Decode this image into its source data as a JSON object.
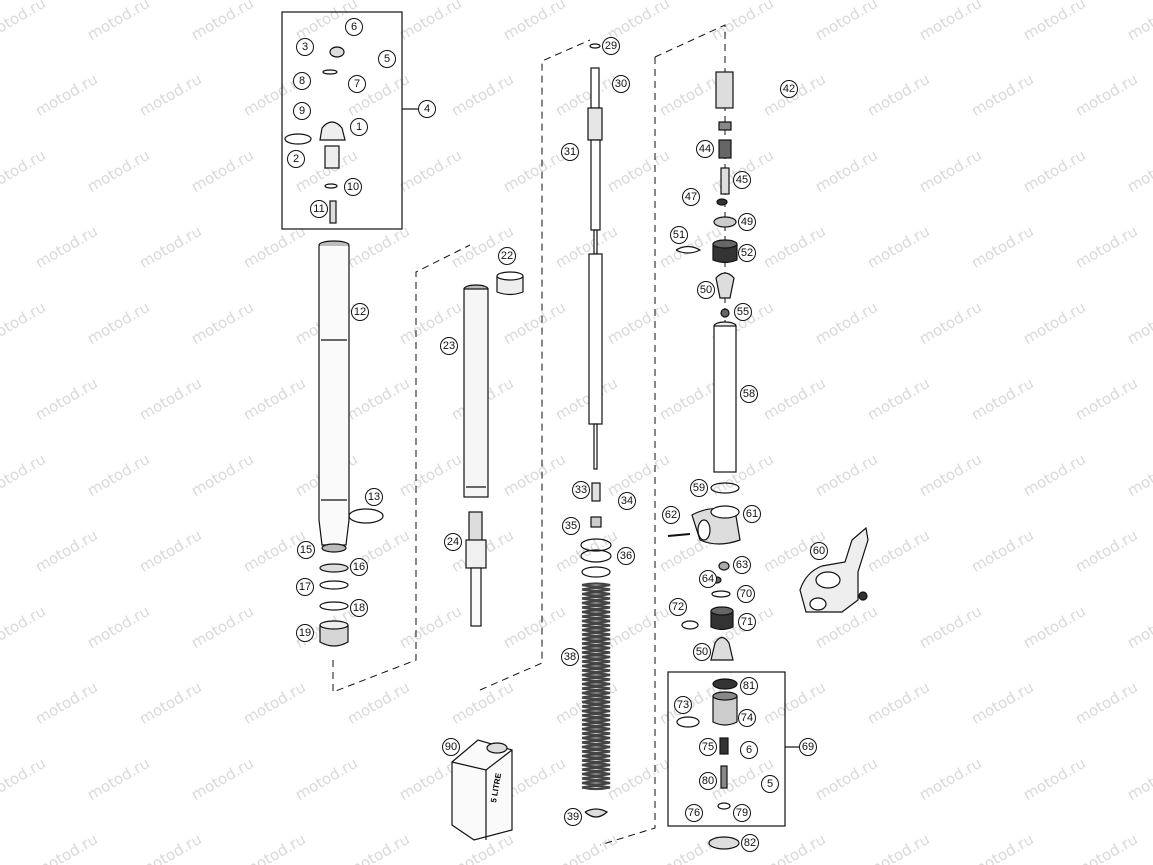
{
  "watermark": "motod.ru",
  "can_label": "5 LITRE",
  "callouts": [
    "1",
    "2",
    "3",
    "4",
    "5",
    "6",
    "7",
    "8",
    "9",
    "10",
    "11",
    "12",
    "13",
    "15",
    "16",
    "17",
    "18",
    "19",
    "22",
    "23",
    "24",
    "29",
    "30",
    "31",
    "33",
    "34",
    "35",
    "36",
    "38",
    "39",
    "42",
    "44",
    "45",
    "47",
    "49",
    "50",
    "51",
    "52",
    "55",
    "58",
    "59",
    "60",
    "61",
    "62",
    "63",
    "64",
    "69",
    "70",
    "71",
    "72",
    "73",
    "74",
    "75",
    "76",
    "79",
    "80",
    "81",
    "82",
    "90"
  ],
  "colors": {
    "line": "#111111",
    "fill_light": "#eeeeee",
    "fill_mid": "#bdbdbd",
    "watermark": "#d9d9d9"
  }
}
